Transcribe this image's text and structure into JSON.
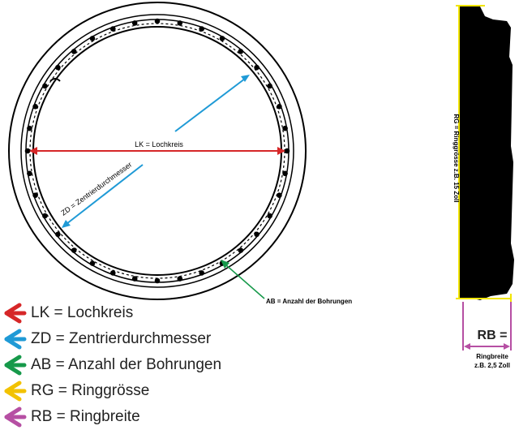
{
  "colors": {
    "lk": "#d62728",
    "zd": "#1f9ad6",
    "ab": "#16994a",
    "rg": "#f2e500",
    "rb": "#b64fa3",
    "ring": "#000000"
  },
  "labels": {
    "lk": "LK = Lochkreis",
    "zd": "ZD = Zentrierdurchmesser",
    "ab": "AB = Anzahl der Bohrungen",
    "rg": "RG = Ringgrösse z.B. 15 Zoll",
    "rb": "RB =",
    "rb_sub1": "Ringbreite",
    "rb_sub2": "z.B. 2,5 Zoll"
  },
  "legend": [
    {
      "key": "lk",
      "text": "LK = Lochkreis"
    },
    {
      "key": "zd",
      "text": "ZD = Zentrierdurchmesser"
    },
    {
      "key": "ab",
      "text": "AB = Anzahl der Bohrungen"
    },
    {
      "key": "rg",
      "text": "RG = Ringgrösse"
    },
    {
      "key": "rb",
      "text": "RB = Ringbreite"
    }
  ]
}
